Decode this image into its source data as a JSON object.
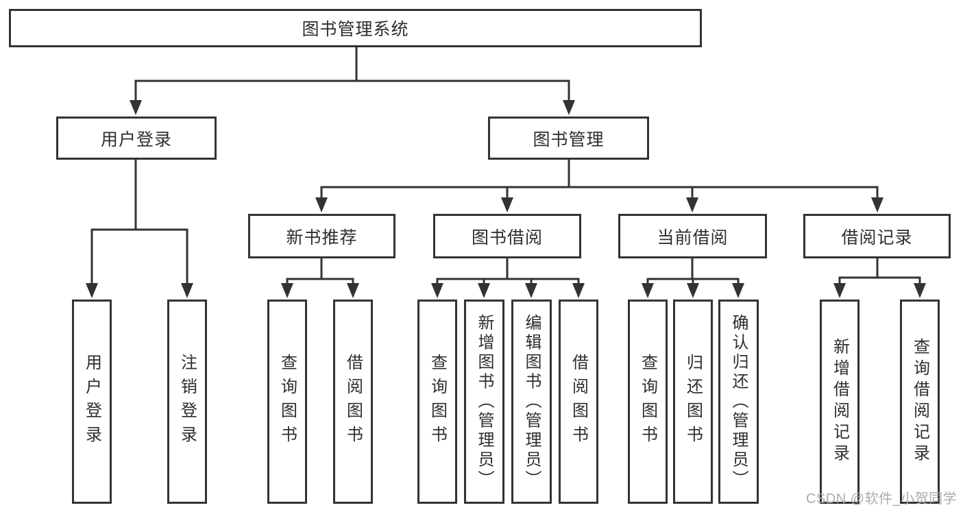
{
  "diagram": {
    "type": "hierarchy-tree",
    "colors": {
      "line": "#333333",
      "box_border": "#333333",
      "text": "#2e2e2e",
      "background": "#ffffff",
      "watermark": "#ababab"
    },
    "watermark": "CSDN @软件_小贺同学",
    "tree": {
      "label": "图书管理系统",
      "children": [
        {
          "label": "用户登录",
          "children": [
            {
              "label": "用户登录"
            },
            {
              "label": "注销登录"
            }
          ]
        },
        {
          "label": "图书管理",
          "children": [
            {
              "label": "新书推荐",
              "children": [
                {
                  "label": "查询图书"
                },
                {
                  "label": "借阅图书"
                }
              ]
            },
            {
              "label": "图书借阅",
              "children": [
                {
                  "label": "查询图书"
                },
                {
                  "label": "新增图书（管理员）"
                },
                {
                  "label": "编辑图书（管理员）"
                },
                {
                  "label": "借阅图书"
                }
              ]
            },
            {
              "label": "当前借阅",
              "children": [
                {
                  "label": "查询图书"
                },
                {
                  "label": "归还图书"
                },
                {
                  "label": "确认归还（管理员）"
                }
              ]
            },
            {
              "label": "借阅记录",
              "children": [
                {
                  "label": "新增借阅记录"
                },
                {
                  "label": "查询借阅记录"
                }
              ]
            }
          ]
        }
      ]
    }
  }
}
